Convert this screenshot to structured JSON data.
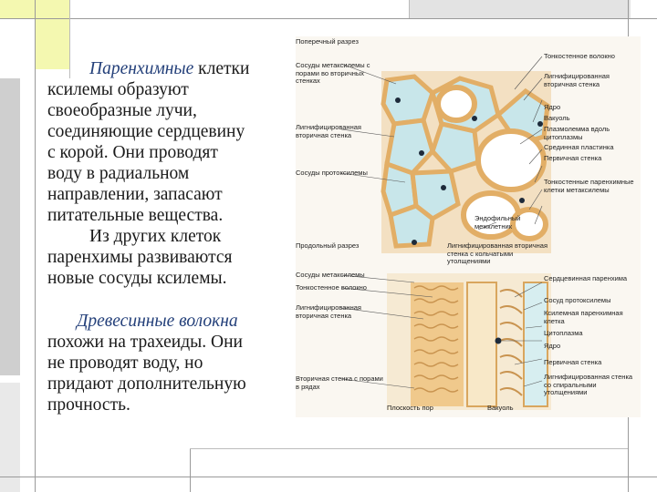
{
  "slide": {
    "paragraph1": {
      "emphasis": "Паренхимные",
      "lines": [
        "клетки",
        "ксилемы образуют",
        "своеобразные лучи,",
        "соединяющие сердцевину",
        "с корой. Они проводят",
        "воду в радиальном",
        "направлении, запасают",
        "питательные вещества."
      ]
    },
    "paragraph2": {
      "lines": [
        "Из других клеток",
        "паренхимы развиваются",
        "новые сосуды ксилемы."
      ]
    },
    "paragraph3": {
      "emphasis": "Древесинные волокна",
      "lines": [
        "похожи на трахеиды. Они",
        "не проводят воду, но",
        "придают дополнительную",
        "прочность."
      ]
    }
  },
  "figure": {
    "labels": {
      "cross_section": "Поперечный разрез",
      "thin_fiber": "Тонкостенное волокно",
      "metaxylem_pores": "Сосуды метаксилемы с порами во вторичных стенках",
      "lignified_secondary_wall": "Лигнифицированная вторичная стенка",
      "nucleus": "Ядро",
      "vacuole": "Вакуоль",
      "lignified_secondary_wall_2": "Лигнифицированная вторичная стенка",
      "plasmalemma": "Плазмолемма вдоль цитоплазмы",
      "middle_lamella": "Срединная пластинка",
      "primary_wall": "Первичная стенка",
      "vessel_protoxylem": "Сосуды протоксилемы",
      "thin_parenchyma": "Тонкостенные паренхимные клетки метаксилемы",
      "pectin_space": "Эндофильный межклетник",
      "longitudinal_section": "Продольный разрез",
      "lignified_secondary_annular": "Лигнифицированная вторичная стенка с кольчатыми утолщениями",
      "metaxylem_vessels": "Сосуды метаксилемы",
      "thin_fiber_2": "Тонкостенное волокно",
      "lignified_secondary_wall_3": "Лигнифицированная вторичная стенка",
      "heartwood_parenchyma": "Сердцевинная паренхима",
      "protoxylem_vessel": "Сосуд протоксилемы",
      "xylem_parenchyma": "Ксилемная паренхимная клетка",
      "cytoplasm": "Цитоплазма",
      "nucleus_2": "Ядро",
      "primary_wall_2": "Первичная стенка",
      "secondary_wall_pores": "Вторичная стенка с порами в рядах",
      "lignified_spiral": "Лигнифицированная стенка со спиральными утолщениями",
      "pore_plane": "Плоскость пор",
      "vacuole_2": "Вакуоль"
    }
  },
  "colors": {
    "accent_yellow": "#f4f8b0",
    "deco_gray": "#c8c8c8",
    "heading_blue": "#24407a",
    "cell_wall": "#e8b870",
    "cytoplasm_blue": "#c8e6ea"
  }
}
